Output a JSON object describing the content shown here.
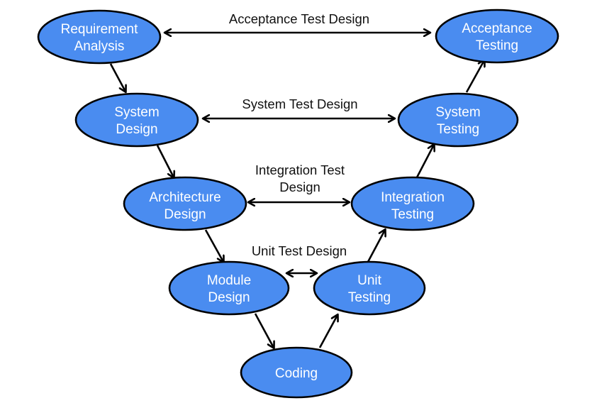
{
  "diagram": {
    "colors": {
      "node_fill": "#4a8cf0",
      "node_stroke": "#000000",
      "node_text": "#ffffff",
      "label_text": "#111111"
    },
    "nodes": {
      "requirement_analysis": {
        "line1": "Requirement",
        "line2": "Analysis"
      },
      "system_design": {
        "line1": "System",
        "line2": "Design"
      },
      "architecture_design": {
        "line1": "Architecture",
        "line2": "Design"
      },
      "module_design": {
        "line1": "Module",
        "line2": "Design"
      },
      "coding": {
        "line1": "Coding"
      },
      "unit_testing": {
        "line1": "Unit",
        "line2": "Testing"
      },
      "integration_testing": {
        "line1": "Integration",
        "line2": "Testing"
      },
      "system_testing": {
        "line1": "System",
        "line2": "Testing"
      },
      "acceptance_testing": {
        "line1": "Acceptance",
        "line2": "Testing"
      }
    },
    "links": {
      "acceptance": {
        "line1": "Acceptance Test Design"
      },
      "system": {
        "line1": "System Test Design"
      },
      "integration": {
        "line1": "Integration Test",
        "line2": "Design"
      },
      "unit": {
        "line1": "Unit Test Design"
      }
    }
  }
}
